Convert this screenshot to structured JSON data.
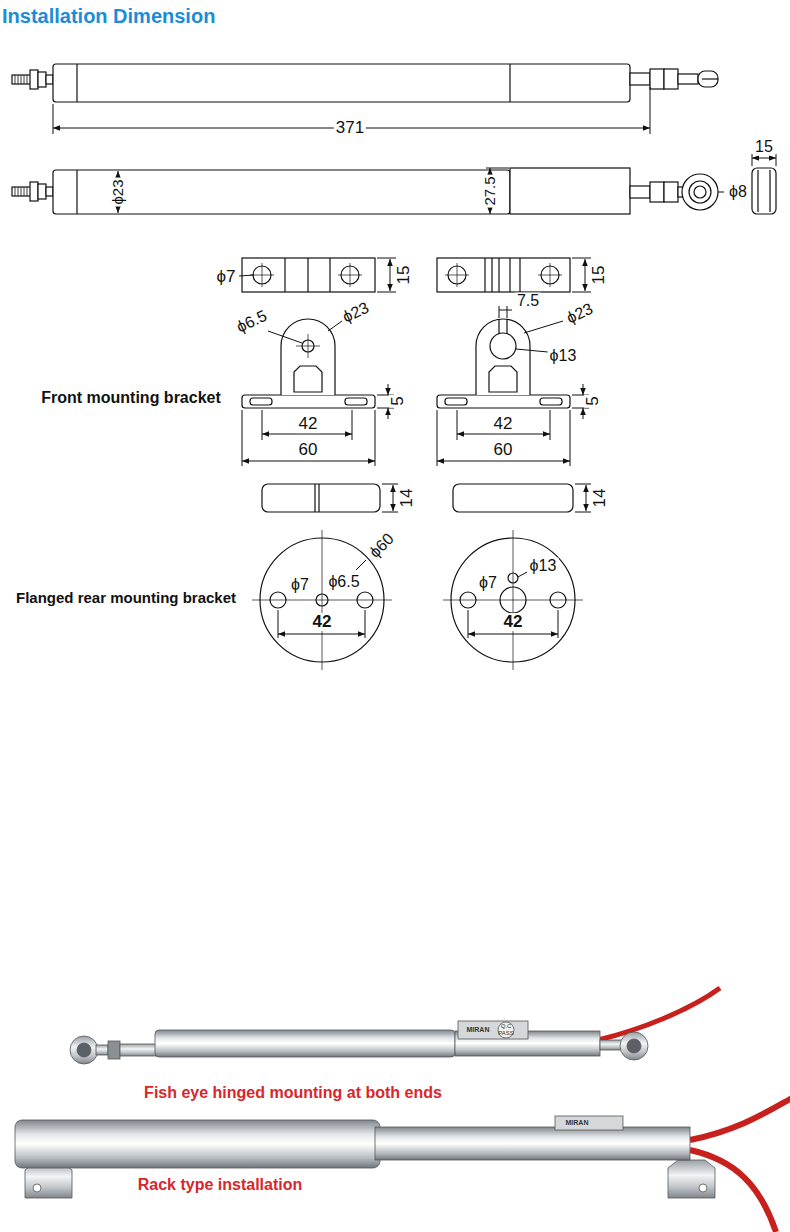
{
  "diagram": {
    "title": "Installation Dimension",
    "labels": [
      "371",
      "ϕ23",
      "27.5",
      "ϕ8",
      "15",
      "ϕ7",
      "15",
      "ϕ6.5",
      "ϕ23",
      "5",
      "42",
      "60",
      "Front mounting bracket",
      "15",
      "7.5",
      "ϕ23",
      "ϕ13",
      "5",
      "42",
      "60",
      "14",
      "14",
      "ϕ60",
      "ϕ7",
      "ϕ6.5",
      "42",
      "Flanged rear mounting bracket",
      "ϕ7",
      "ϕ13",
      "42",
      "MIRAN",
      "Q.C",
      "PASS",
      "Fish eye hinged mounting at both ends",
      "MIRAN",
      "Rack type installation"
    ]
  }
}
